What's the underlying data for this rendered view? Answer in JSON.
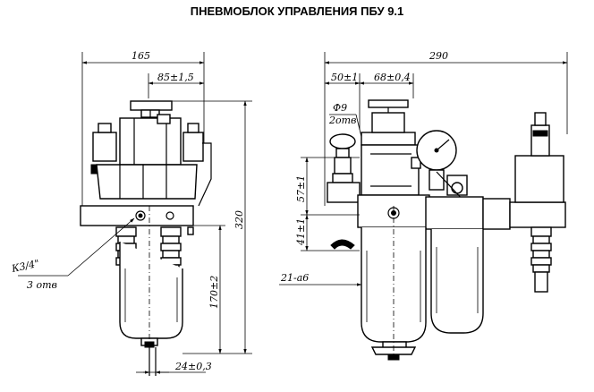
{
  "title": "ПНЕВМОБЛОК УПРАВЛЕНИЯ ПБУ 9.1",
  "left_view": {
    "dim_width": "165",
    "dim_offset": "85±1,5",
    "dim_height": "320",
    "dim_lower": "170±2",
    "dim_bottom": "24±0,3",
    "thread_label": "К3/4\"",
    "holes_label": "3 отв"
  },
  "right_view": {
    "dim_width": "290",
    "dim_a": "50±1",
    "dim_b": "68±0,4",
    "hole_dia": "Ф9",
    "hole_count": "2отв",
    "dim_v1": "57±1",
    "dim_v2": "41±1",
    "thread_small": "21-а6"
  }
}
